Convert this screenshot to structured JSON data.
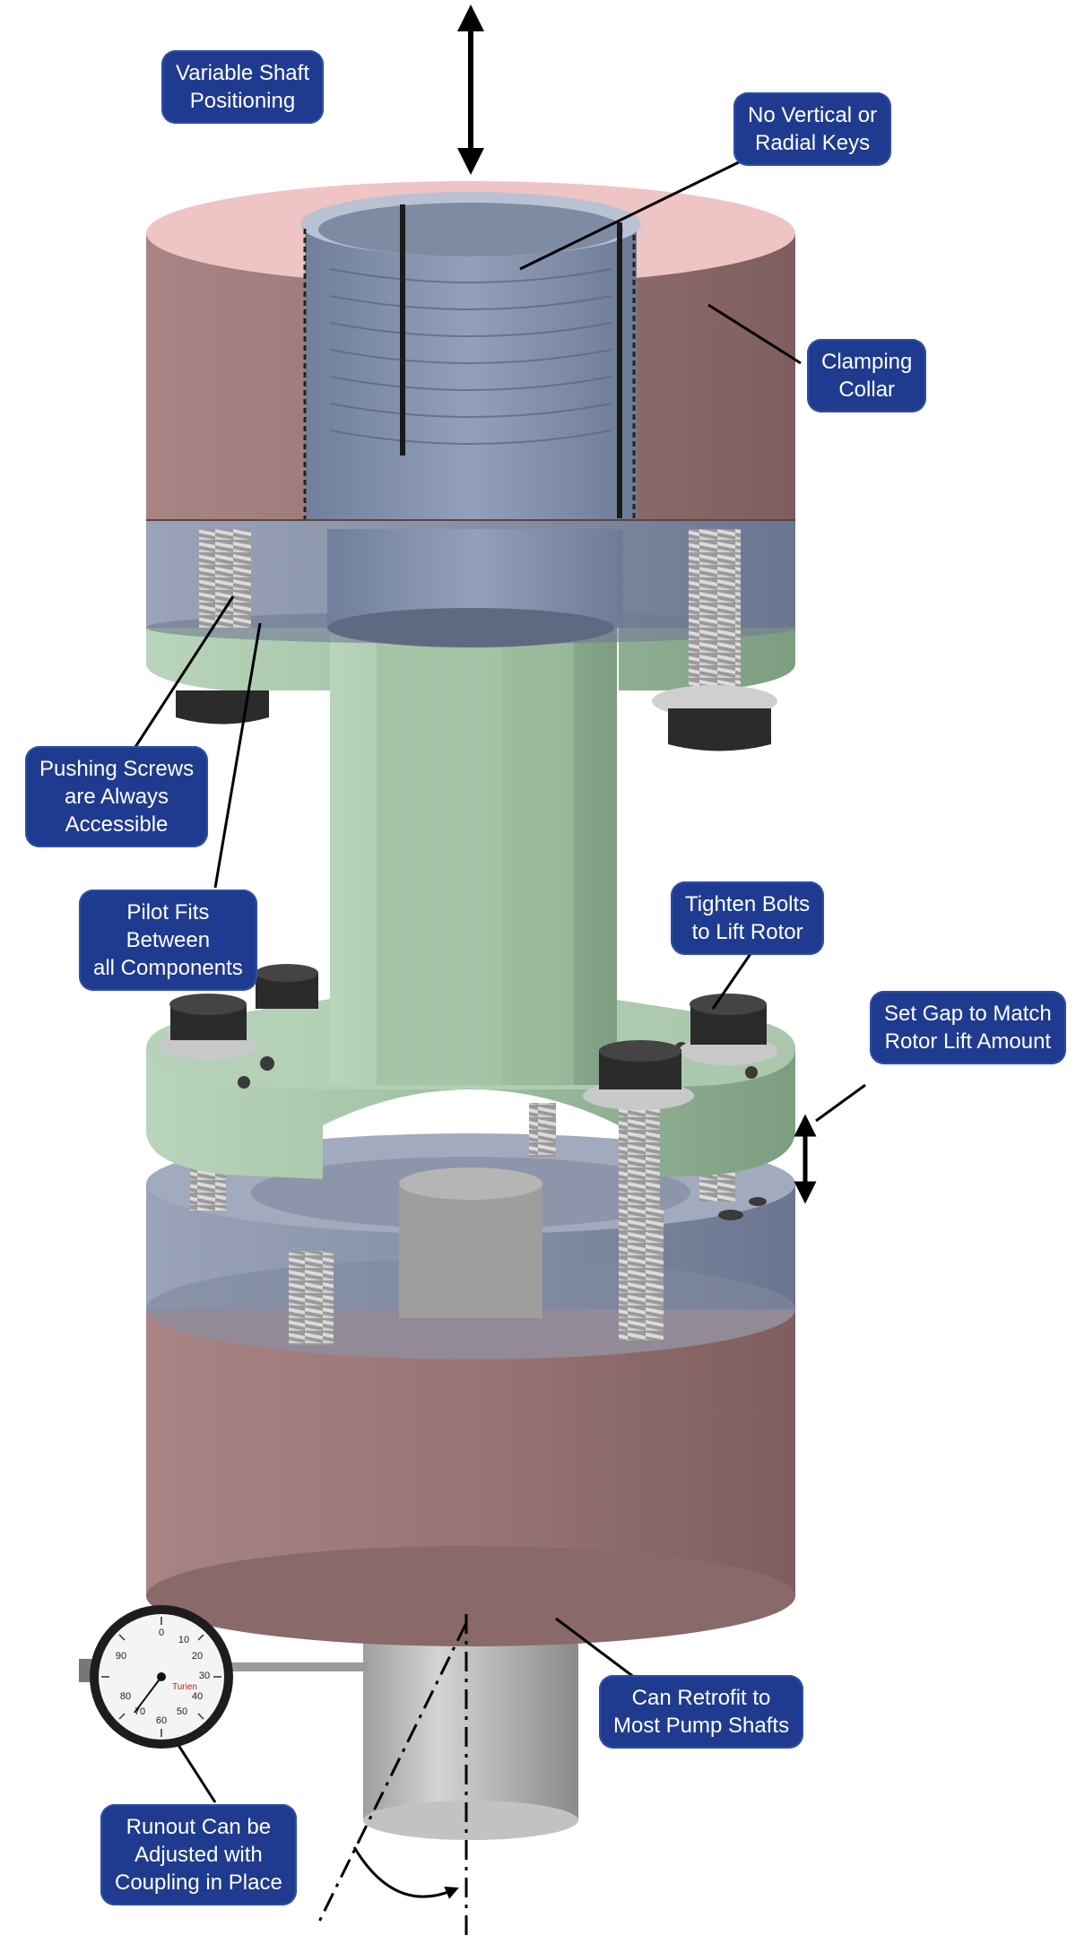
{
  "callouts": {
    "variable_shaft": [
      "Variable Shaft",
      "Positioning"
    ],
    "no_keys": [
      "No Vertical or",
      "Radial Keys"
    ],
    "clamping_collar": [
      "Clamping",
      "Collar"
    ],
    "pushing_screws": [
      "Pushing Screws",
      "are Always",
      "Accessible"
    ],
    "pilot_fits": [
      "Pilot Fits",
      "Between",
      "all Components"
    ],
    "tighten_bolts": [
      "Tighten Bolts",
      "to Lift Rotor"
    ],
    "set_gap": [
      "Set Gap to Match",
      "Rotor Lift Amount"
    ],
    "retrofit": [
      "Can Retrofit to",
      "Most Pump Shafts"
    ],
    "runout": [
      "Runout Can be",
      "Adjusted with",
      "Coupling in Place"
    ]
  },
  "gauge": {
    "brand": "Turien",
    "dial_numbers": [
      "0",
      "10",
      "20",
      "30",
      "40",
      "50",
      "60",
      "70",
      "80",
      "90"
    ]
  },
  "colors": {
    "callout_bg": "#1f3b8f",
    "collar_red": "#9c7777",
    "hub_blue": "#8791a6",
    "spacer_green": "#a6c4a8",
    "shaft_gray": "#bdbdbd",
    "bolt_black": "#2b2b2b"
  }
}
